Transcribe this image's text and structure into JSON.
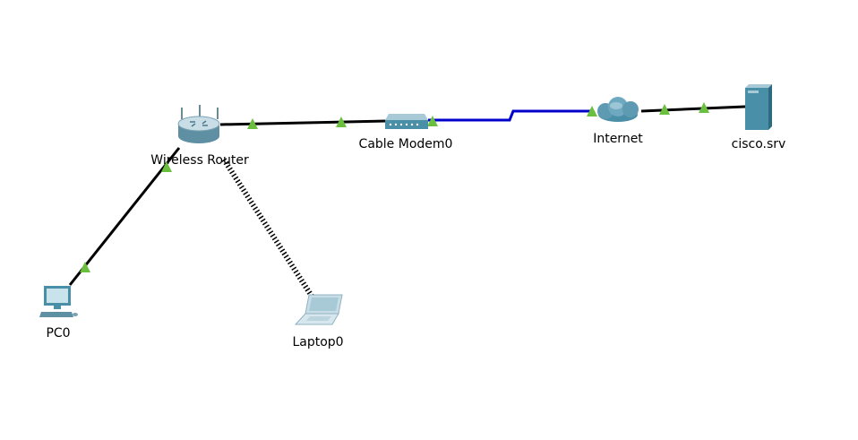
{
  "devices": {
    "wireless_router": {
      "label": "Wireless Router"
    },
    "cable_modem": {
      "label": "Cable Modem0"
    },
    "internet": {
      "label": "Internet"
    },
    "server": {
      "label": "cisco.srv"
    },
    "pc": {
      "label": "PC0"
    },
    "laptop": {
      "label": "Laptop0"
    }
  },
  "links": [
    {
      "from": "wireless_router",
      "to": "cable_modem",
      "type": "copper straight-through",
      "color": "#000000"
    },
    {
      "from": "cable_modem",
      "to": "internet",
      "type": "coaxial",
      "color": "#0000cc"
    },
    {
      "from": "internet",
      "to": "server",
      "type": "copper straight-through",
      "color": "#000000"
    },
    {
      "from": "wireless_router",
      "to": "pc",
      "type": "copper straight-through",
      "color": "#000000"
    },
    {
      "from": "wireless_router",
      "to": "laptop",
      "type": "wireless",
      "color": "#000000"
    }
  ],
  "colors": {
    "link_up": "#6abf3f",
    "coax": "#0000cc",
    "device_blue": "#4a8fa8"
  }
}
